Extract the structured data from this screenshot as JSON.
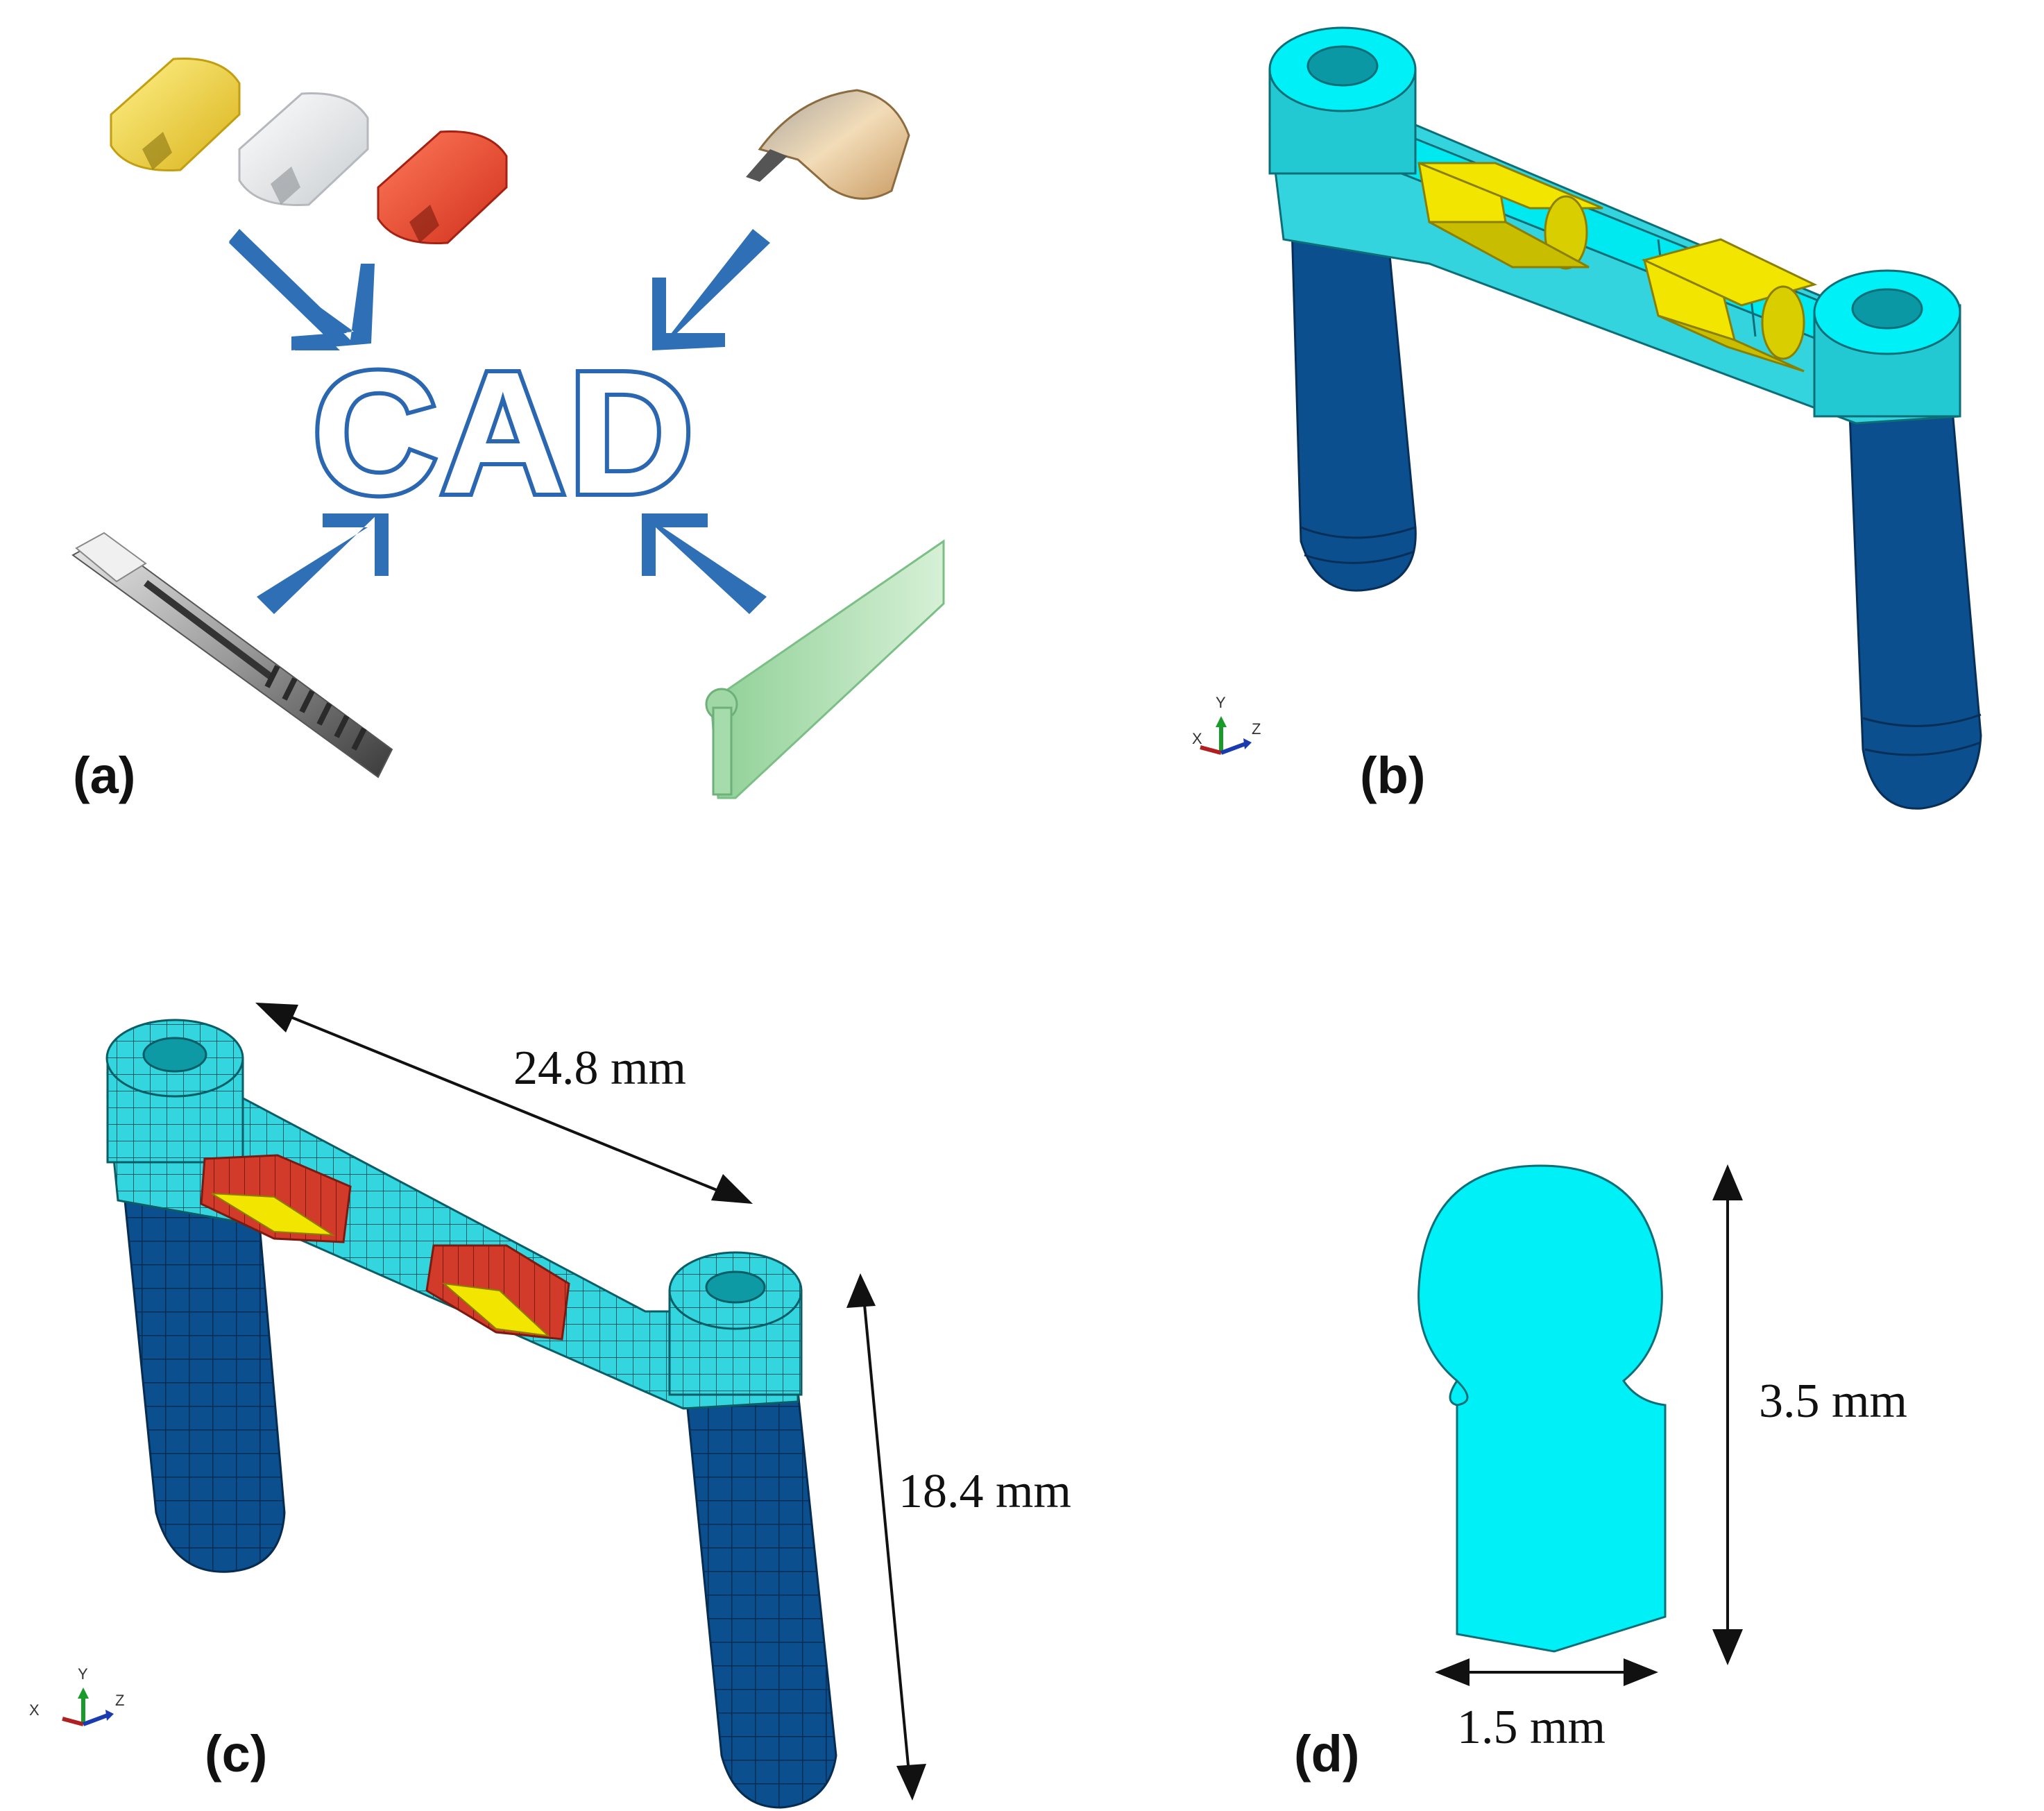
{
  "panels": {
    "a": {
      "label": "(a)",
      "center_text": "CAD"
    },
    "b": {
      "label": "(b)"
    },
    "c": {
      "label": "(c)"
    },
    "d": {
      "label": "(d)"
    }
  },
  "dimensions": {
    "bar_length": "24.8 mm",
    "implant_height": "18.4 mm",
    "profile_height": "3.5 mm",
    "profile_width": "1.5 mm"
  },
  "axes_triad": {
    "x": "X",
    "y": "Y",
    "z": "Z"
  },
  "colors": {
    "cyan": "#00e8f0",
    "dark_blue": "#0b4f8f",
    "yellow": "#f2e600",
    "red": "#d23a2a",
    "arrow_blue": "#2f6fb5",
    "gold": "#e6c232",
    "green_rail": "#a9dcae"
  }
}
